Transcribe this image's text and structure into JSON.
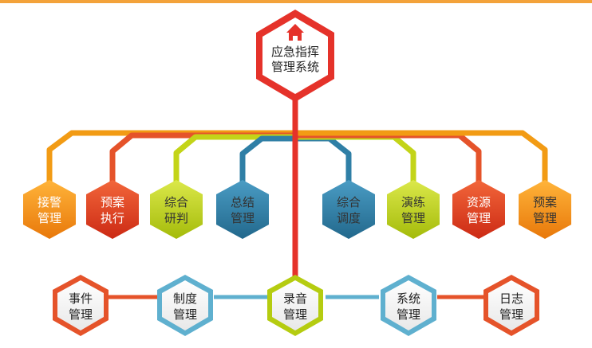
{
  "root": {
    "line1": "应急指挥",
    "line2": "管理系统",
    "icon": "home-icon"
  },
  "upper_modules": [
    {
      "line1": "接警",
      "line2": "管理",
      "color": "#f0940e"
    },
    {
      "line1": "预案",
      "line2": "执行",
      "color": "#e2441e"
    },
    {
      "line1": "综合",
      "line2": "研判",
      "color": "#b5cc10"
    },
    {
      "line1": "总结",
      "line2": "管理",
      "color": "#2f7fa6"
    },
    {
      "line1": "综合",
      "line2": "调度",
      "color": "#2f7fa6"
    },
    {
      "line1": "演练",
      "line2": "管理",
      "color": "#b5cc10"
    },
    {
      "line1": "资源",
      "line2": "管理",
      "color": "#e2441e"
    },
    {
      "line1": "预案",
      "line2": "管理",
      "color": "#f0940e"
    }
  ],
  "lower_modules": [
    {
      "line1": "事件",
      "line2": "管理",
      "color": "#e2441e"
    },
    {
      "line1": "制度",
      "line2": "管理",
      "color": "#5fb0cf"
    },
    {
      "line1": "录音",
      "line2": "管理",
      "color": "#b5cc10"
    },
    {
      "line1": "系统",
      "line2": "管理",
      "color": "#5fb0cf"
    },
    {
      "line1": "日志",
      "line2": "管理",
      "color": "#e2441e"
    }
  ]
}
